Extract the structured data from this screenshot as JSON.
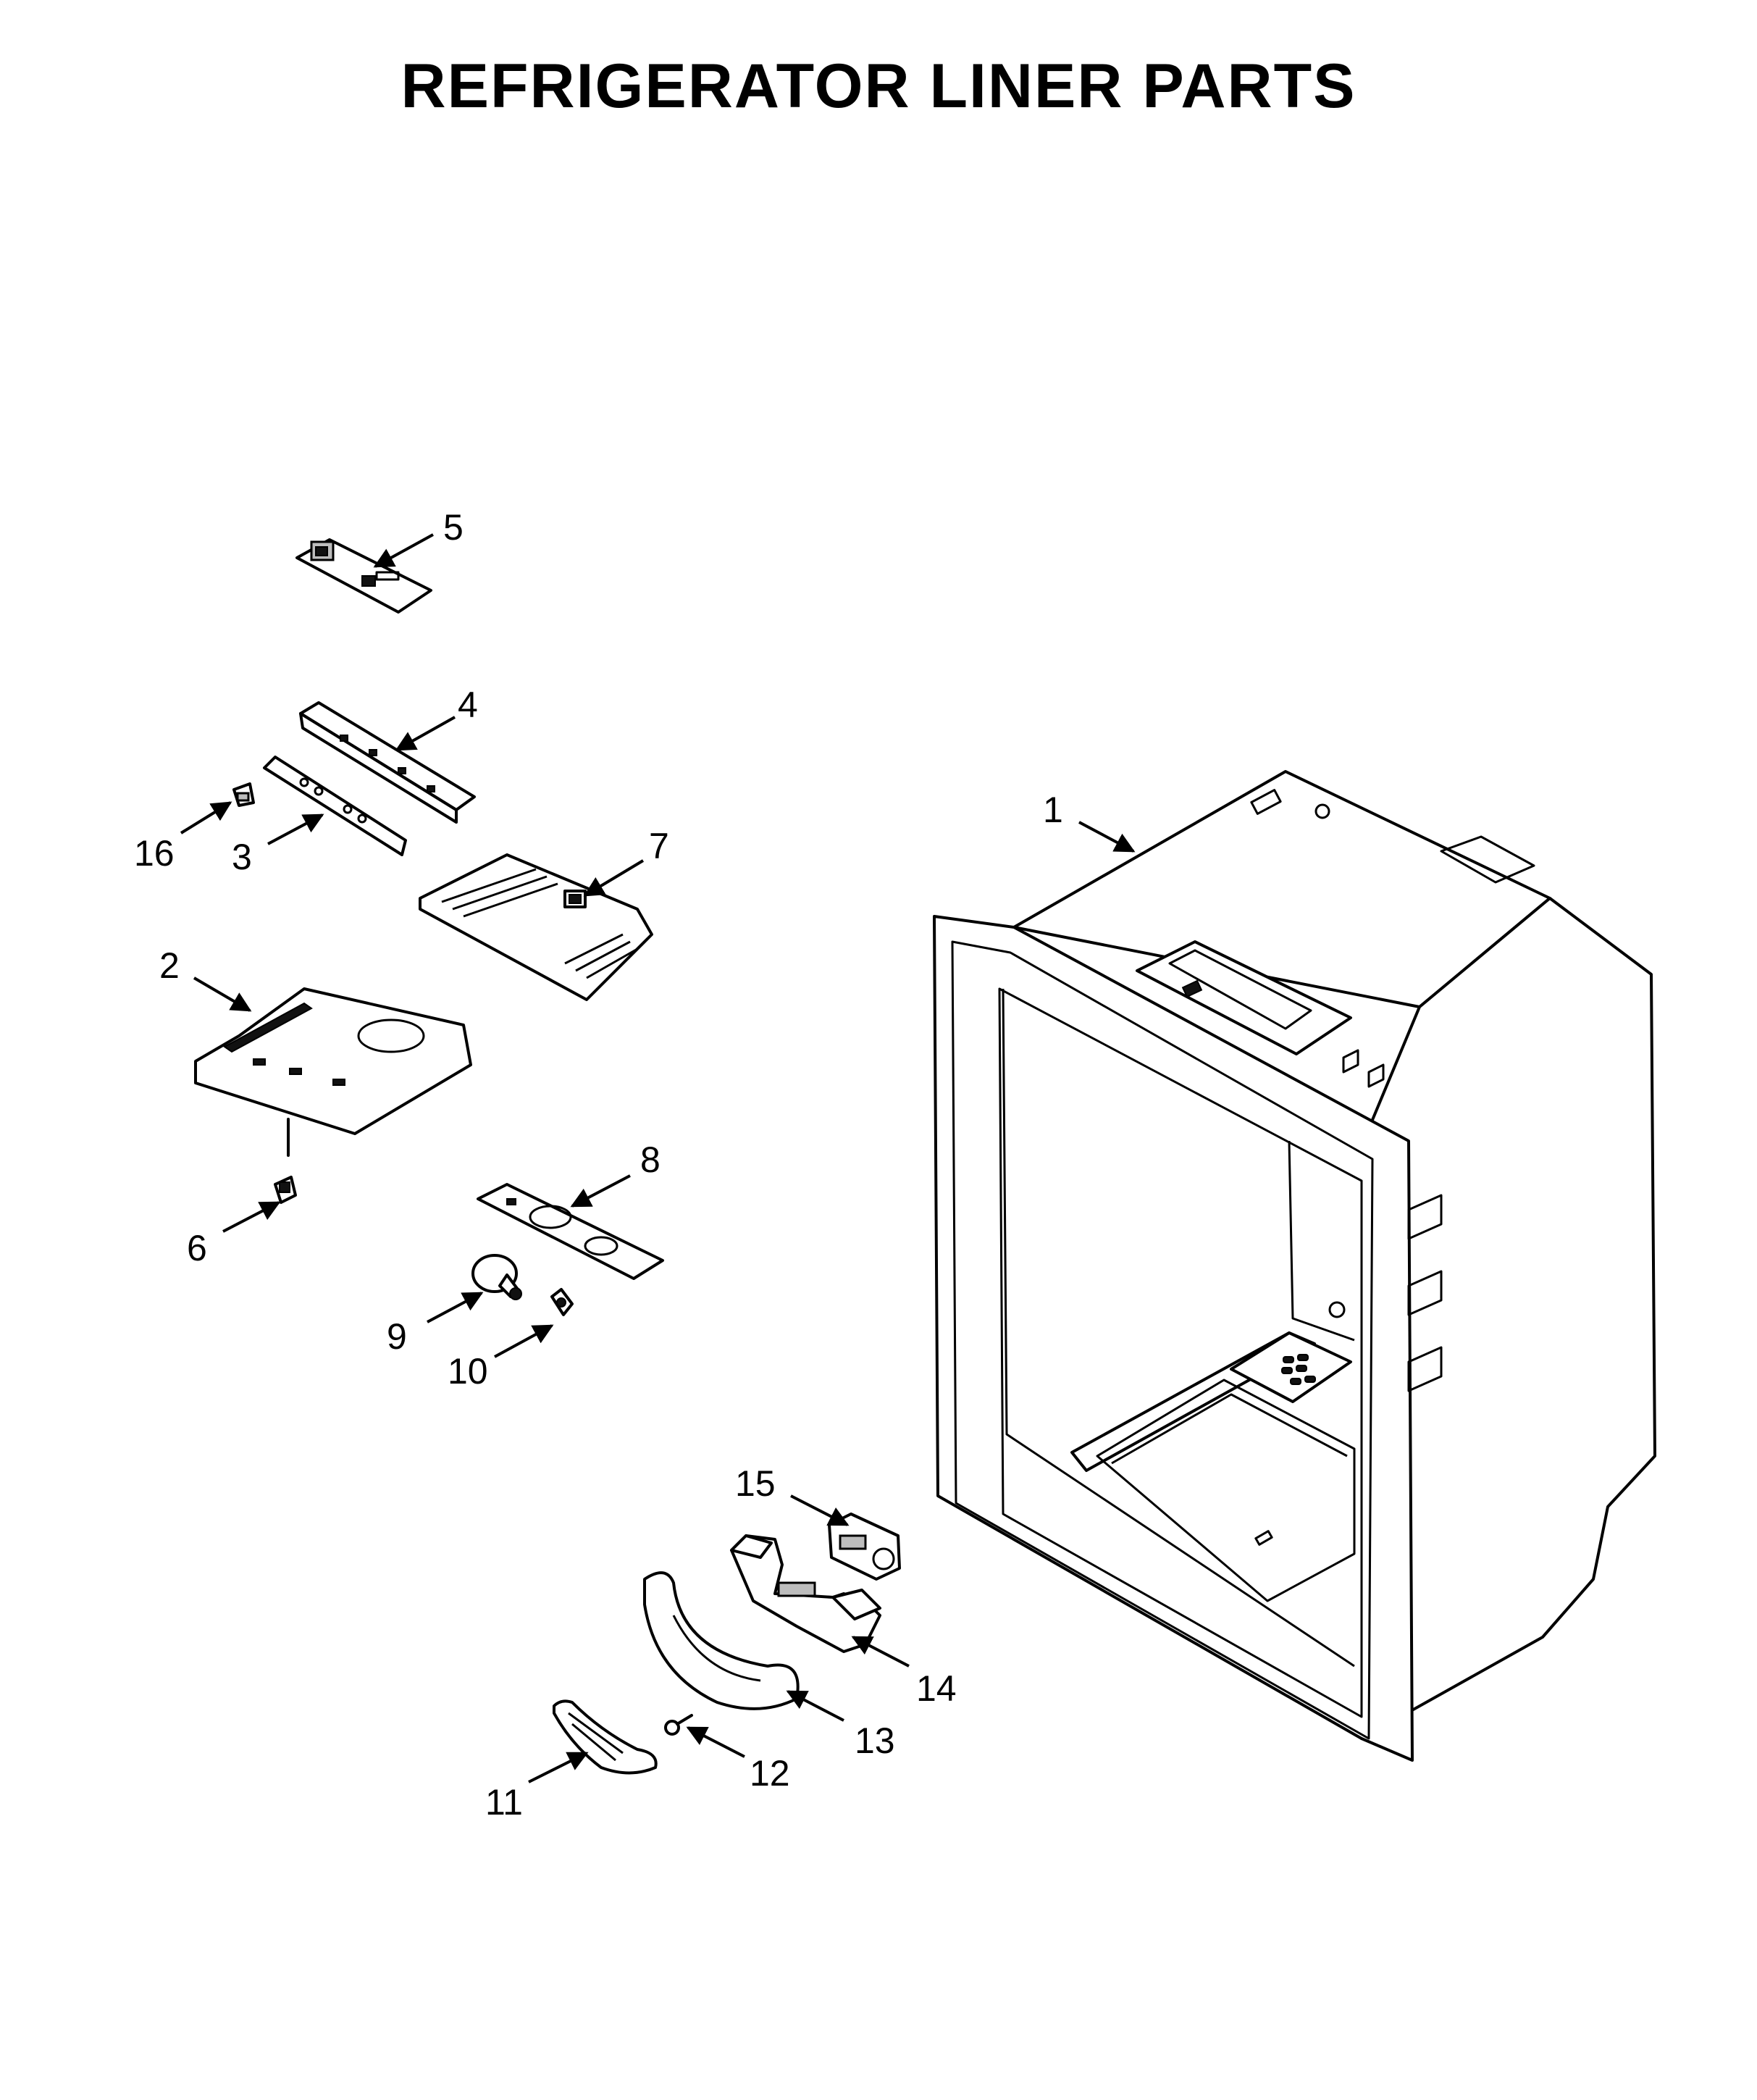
{
  "title": "REFRIGERATOR LINER PARTS",
  "callouts": [
    {
      "id": "c1",
      "label": "1"
    },
    {
      "id": "c2",
      "label": "2"
    },
    {
      "id": "c3",
      "label": "3"
    },
    {
      "id": "c4",
      "label": "4"
    },
    {
      "id": "c5",
      "label": "5"
    },
    {
      "id": "c6",
      "label": "6"
    },
    {
      "id": "c7",
      "label": "7"
    },
    {
      "id": "c8",
      "label": "8"
    },
    {
      "id": "c9",
      "label": "9"
    },
    {
      "id": "c10",
      "label": "10"
    },
    {
      "id": "c11",
      "label": "11"
    },
    {
      "id": "c12",
      "label": "12"
    },
    {
      "id": "c13",
      "label": "13"
    },
    {
      "id": "c14",
      "label": "14"
    },
    {
      "id": "c15",
      "label": "15"
    },
    {
      "id": "c16",
      "label": "16"
    }
  ]
}
